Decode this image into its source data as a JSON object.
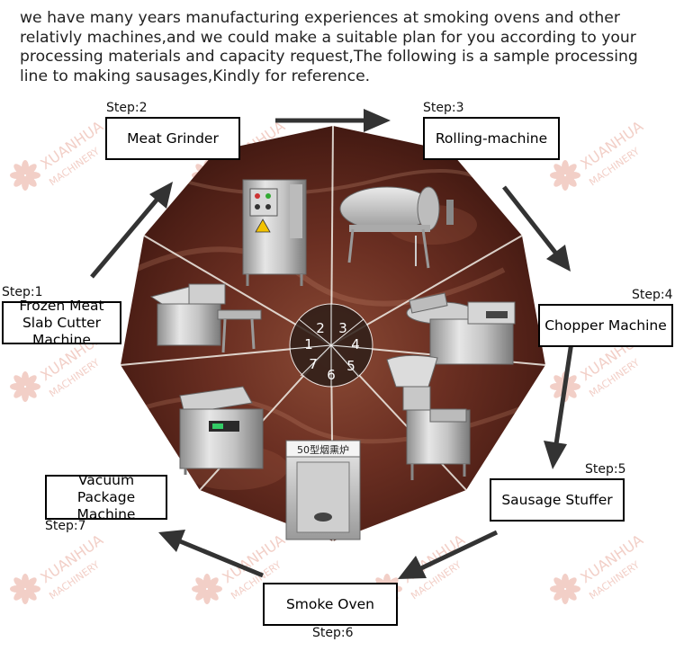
{
  "intro_text": "we have many years manufacturing experiences at smoking ovens and other relativly machines,and we could make a suitable plan for you according to your processing materials and capacity request,The following is a sample processing line to making sausages,Kindly for reference.",
  "watermark": {
    "brand": "XUANHUA",
    "sub": "MACHINERY"
  },
  "center_numbers": [
    "1",
    "2",
    "3",
    "4",
    "5",
    "6",
    "7"
  ],
  "steps": [
    {
      "step": "Step:1",
      "name": "Frozen Meat Slab Cutter Machine"
    },
    {
      "step": "Step:2",
      "name": "Meat Grinder"
    },
    {
      "step": "Step:3",
      "name": "Rolling-machine"
    },
    {
      "step": "Step:4",
      "name": "Chopper Machine"
    },
    {
      "step": "Step:5",
      "name": "Sausage Stuffer"
    },
    {
      "step": "Step:6",
      "name": "Smoke Oven"
    },
    {
      "step": "Step:7",
      "name": "Vacuum Package Machine"
    }
  ],
  "oven_sign": "50型烟熏炉",
  "colors": {
    "background_brown": "#6b2f22",
    "arrow": "#333333",
    "watermark": "#e8a89a"
  }
}
